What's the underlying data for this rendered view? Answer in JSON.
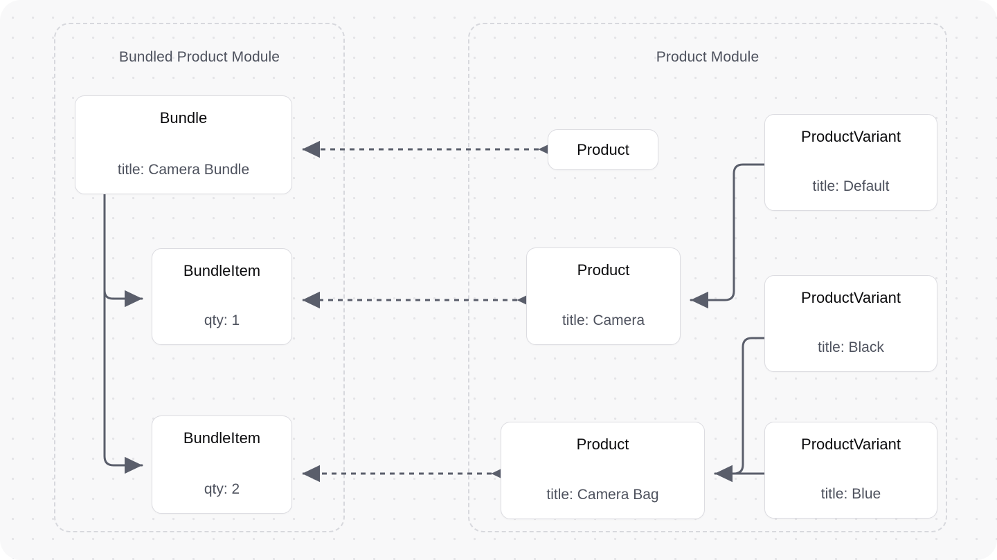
{
  "diagram": {
    "type": "entity-relationship-module-diagram",
    "background": "#f8f8f9",
    "dot_grid_color": "#e4e4e7",
    "node_border_color": "#dcdce1",
    "edge_color": "#5a5e6b",
    "module_border_color": "#d7d8dd"
  },
  "modules": [
    {
      "id": "bundled",
      "title": "Bundled Product Module"
    },
    {
      "id": "product",
      "title": "Product Module"
    }
  ],
  "nodes": {
    "bundle": {
      "name": "Bundle",
      "attr": "title: Camera Bundle"
    },
    "bundleitem_1": {
      "name": "BundleItem",
      "attr": "qty: 1"
    },
    "bundleitem_2": {
      "name": "BundleItem",
      "attr": "qty: 2"
    },
    "product_top": {
      "name": "Product",
      "attr": ""
    },
    "product_camera": {
      "name": "Product",
      "attr": "title: Camera"
    },
    "product_bag": {
      "name": "Product",
      "attr": "title: Camera Bag"
    },
    "variant_default": {
      "name": "ProductVariant",
      "attr": "title: Default"
    },
    "variant_black": {
      "name": "ProductVariant",
      "attr": "title: Black"
    },
    "variant_blue": {
      "name": "ProductVariant",
      "attr": "title: Blue"
    }
  },
  "edges": [
    {
      "id": "bundle-to-item1",
      "from": "bundle",
      "to": "bundleitem_1",
      "style": "solid",
      "arrows": "end"
    },
    {
      "id": "bundle-to-item2",
      "from": "bundle",
      "to": "bundleitem_2",
      "style": "solid",
      "arrows": "end"
    },
    {
      "id": "bundle-product",
      "from": "product_top",
      "to": "bundle",
      "style": "dashed",
      "arrows": "both"
    },
    {
      "id": "item1-camera",
      "from": "bundleitem_1",
      "to": "product_camera",
      "style": "dashed",
      "arrows": "both"
    },
    {
      "id": "item2-bag",
      "from": "bundleitem_2",
      "to": "product_bag",
      "style": "dashed",
      "arrows": "both"
    },
    {
      "id": "default-camera",
      "from": "variant_default",
      "to": "product_camera",
      "style": "solid",
      "arrows": "end"
    },
    {
      "id": "black-bag",
      "from": "variant_black",
      "to": "product_bag",
      "style": "solid",
      "arrows": "end"
    },
    {
      "id": "blue-bag",
      "from": "variant_blue",
      "to": "product_bag",
      "style": "solid",
      "arrows": "end"
    }
  ]
}
